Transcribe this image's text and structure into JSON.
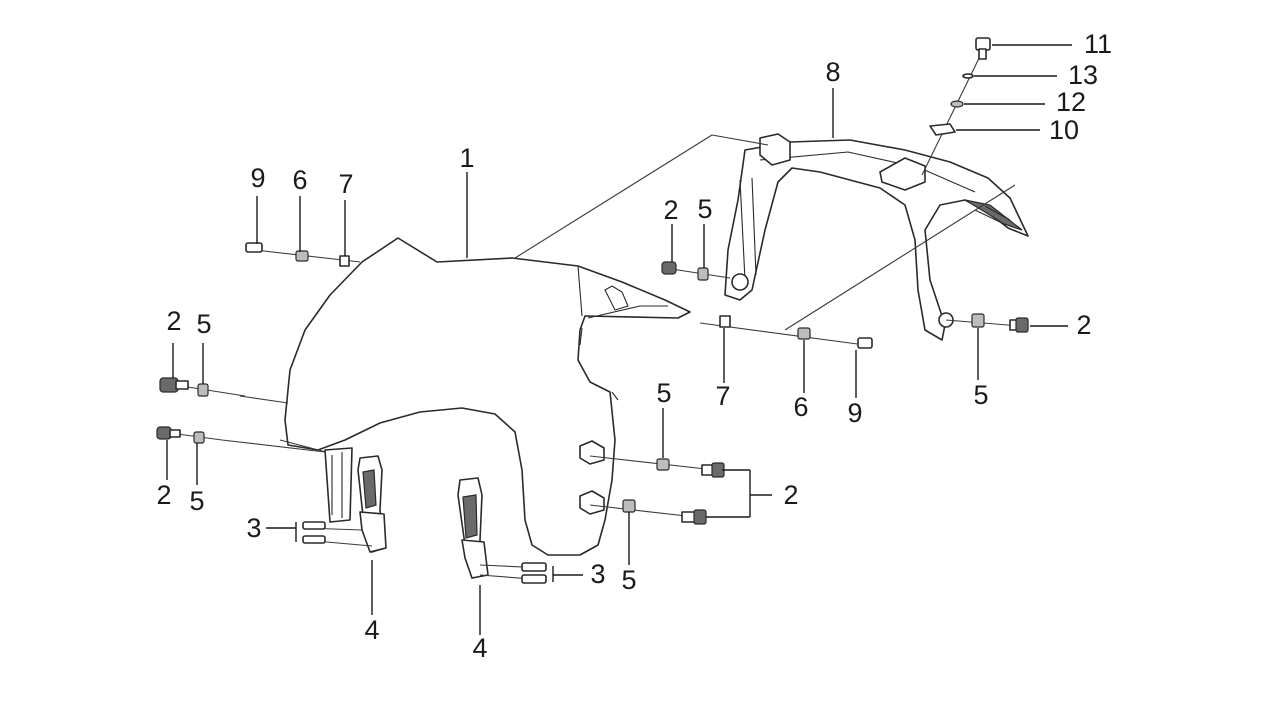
{
  "diagram": {
    "colors": {
      "line": "#1a1a1a",
      "background": "#ffffff",
      "shade": "#6a6a6a"
    },
    "callouts": [
      {
        "id": "c1",
        "label": "1"
      },
      {
        "id": "c2a",
        "label": "2"
      },
      {
        "id": "c2b",
        "label": "2"
      },
      {
        "id": "c2c",
        "label": "2"
      },
      {
        "id": "c2d",
        "label": "2"
      },
      {
        "id": "c2e",
        "label": "2"
      },
      {
        "id": "c3a",
        "label": "3"
      },
      {
        "id": "c3b",
        "label": "3"
      },
      {
        "id": "c4a",
        "label": "4"
      },
      {
        "id": "c4b",
        "label": "4"
      },
      {
        "id": "c5a",
        "label": "5"
      },
      {
        "id": "c5b",
        "label": "5"
      },
      {
        "id": "c5c",
        "label": "5"
      },
      {
        "id": "c5d",
        "label": "5"
      },
      {
        "id": "c5e",
        "label": "5"
      },
      {
        "id": "c5f",
        "label": "5"
      },
      {
        "id": "c6a",
        "label": "6"
      },
      {
        "id": "c6b",
        "label": "6"
      },
      {
        "id": "c7a",
        "label": "7"
      },
      {
        "id": "c7b",
        "label": "7"
      },
      {
        "id": "c8",
        "label": "8"
      },
      {
        "id": "c9a",
        "label": "9"
      },
      {
        "id": "c9b",
        "label": "9"
      },
      {
        "id": "c10",
        "label": "10"
      },
      {
        "id": "c11",
        "label": "11"
      },
      {
        "id": "c12",
        "label": "12"
      },
      {
        "id": "c13",
        "label": "13"
      }
    ]
  }
}
